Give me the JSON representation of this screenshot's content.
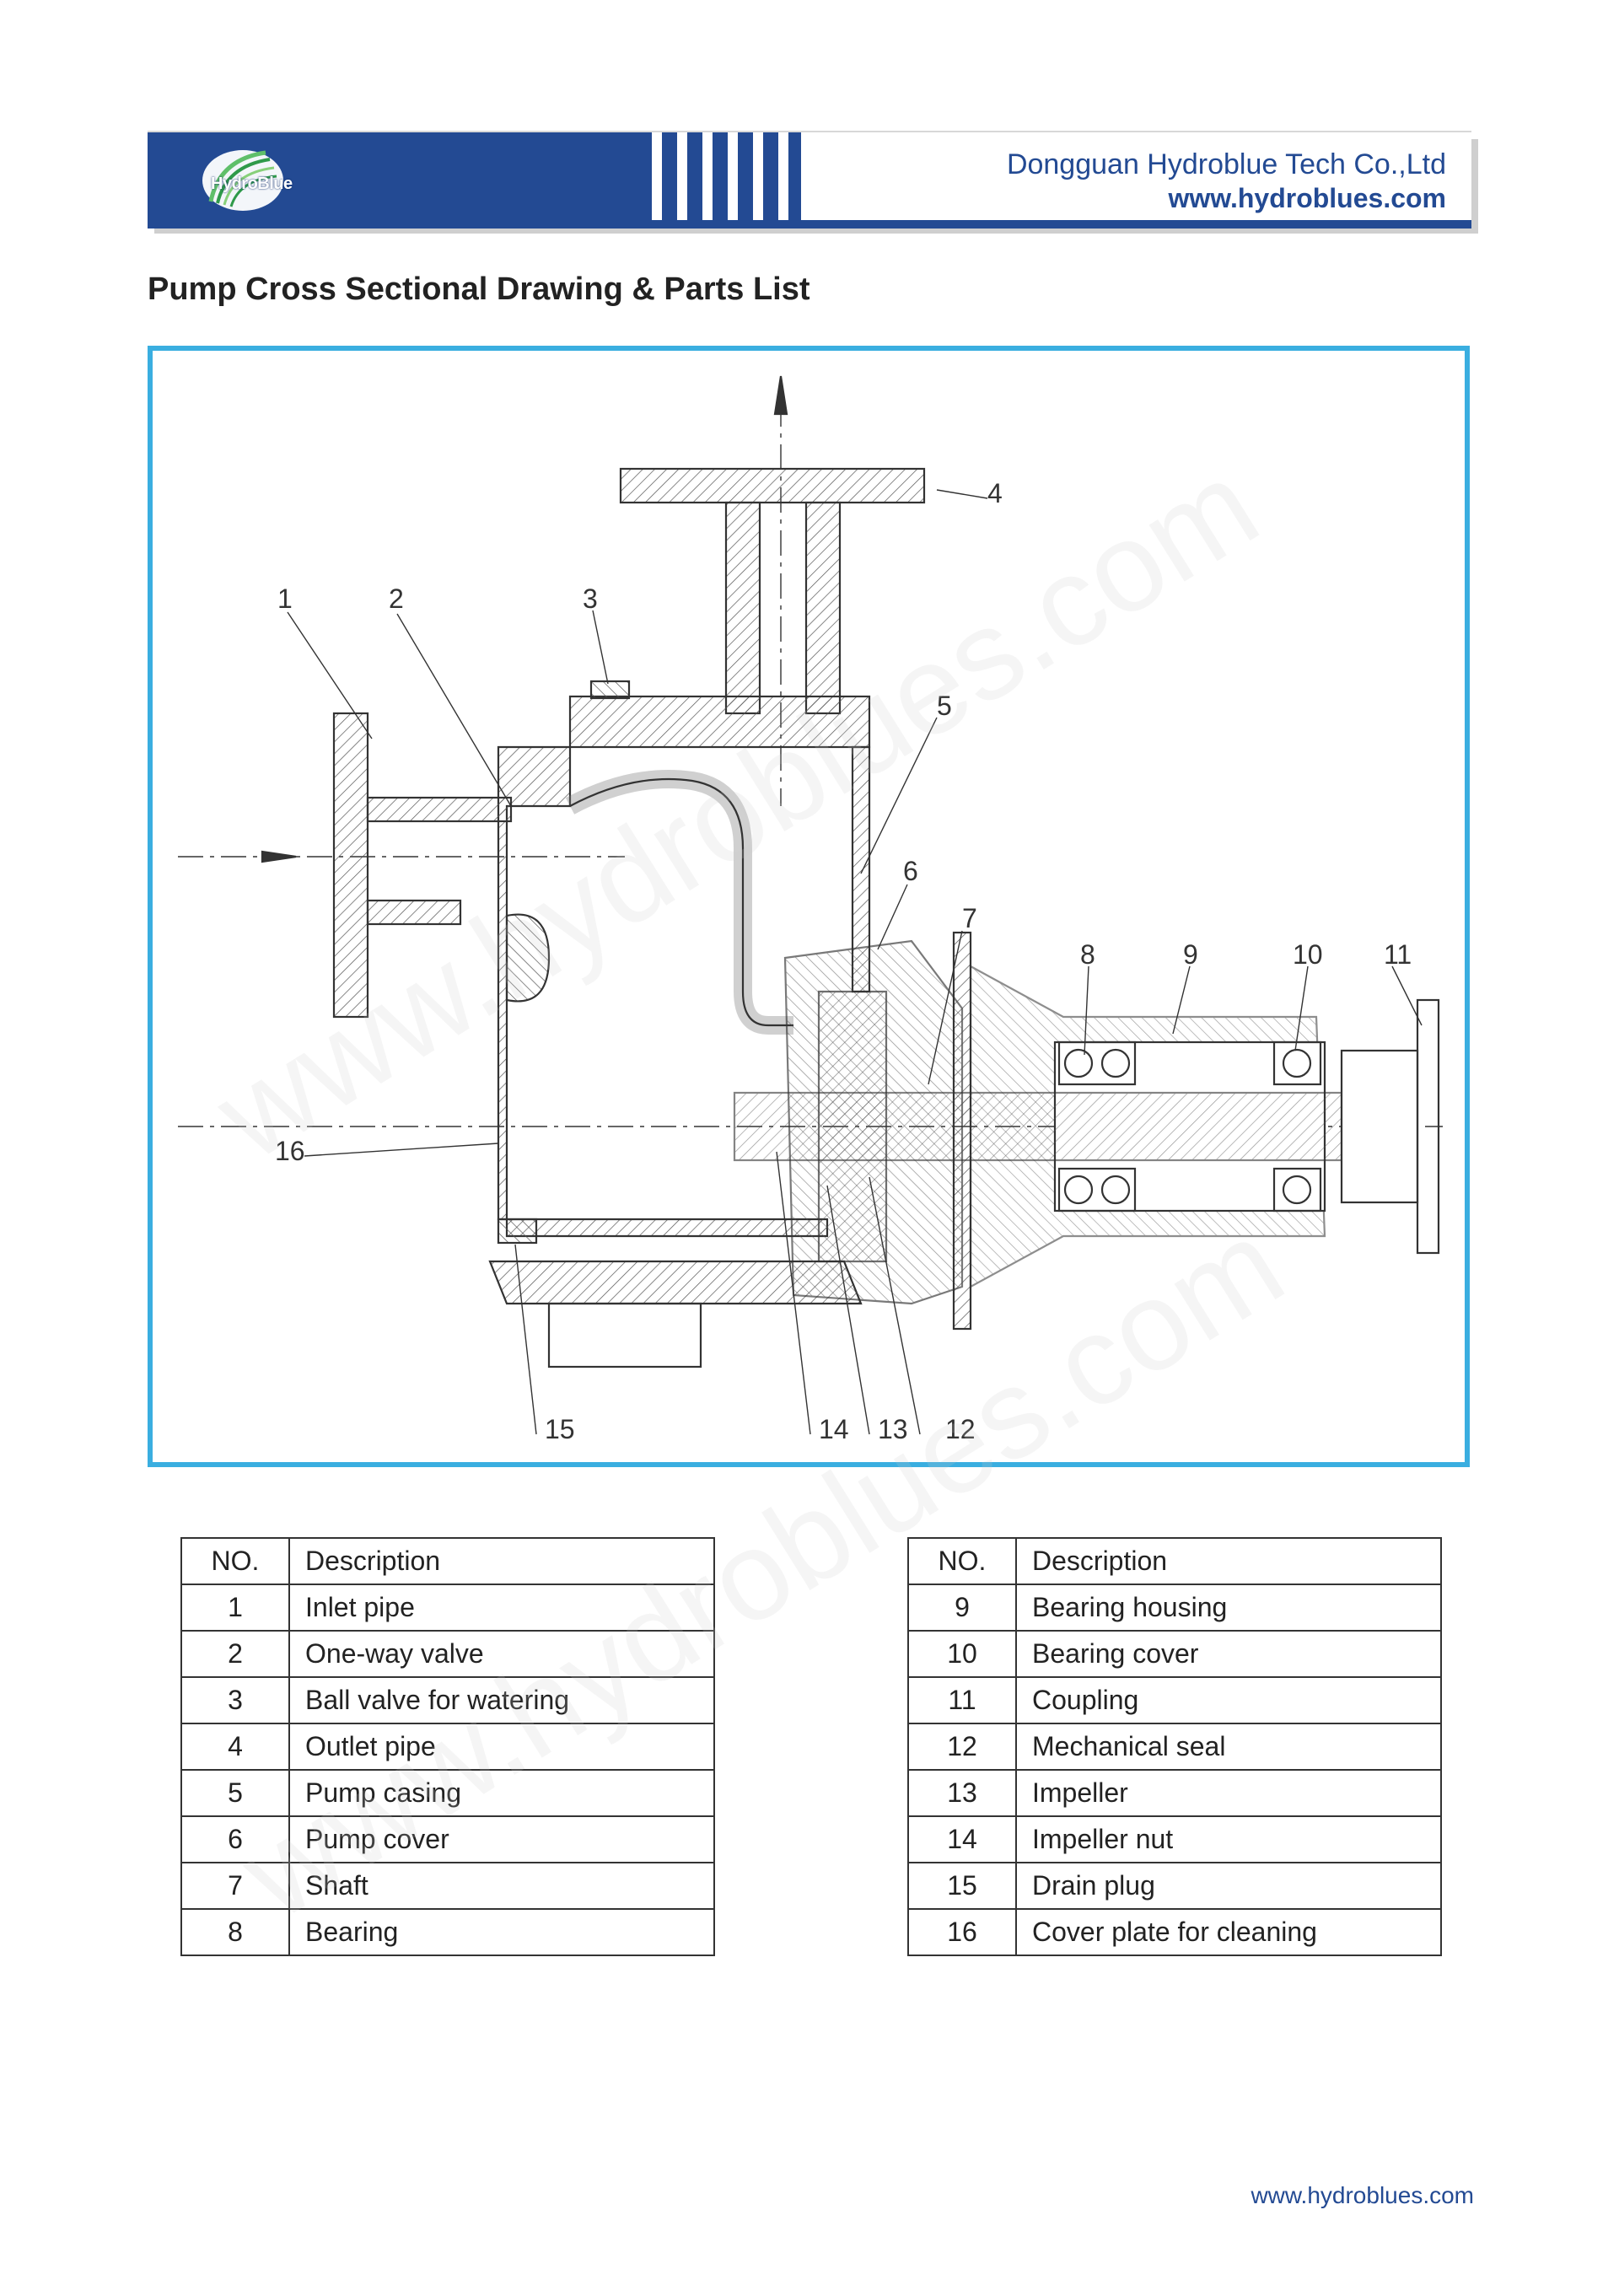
{
  "header": {
    "logo_text": "HydroBlue",
    "company": "Dongguan Hydroblue Tech Co.,Ltd",
    "website": "www.hydroblues.com"
  },
  "page_title": "Pump Cross Sectional Drawing & Parts List",
  "drawing": {
    "callouts": [
      "1",
      "2",
      "3",
      "4",
      "5",
      "6",
      "7",
      "8",
      "9",
      "10",
      "11",
      "12",
      "13",
      "14",
      "15",
      "16"
    ],
    "watermark": "www.hydroblues.com"
  },
  "parts_table_left": {
    "headers": [
      "NO.",
      "Description"
    ],
    "rows": [
      {
        "no": "1",
        "desc": "Inlet pipe"
      },
      {
        "no": "2",
        "desc": "One-way valve"
      },
      {
        "no": "3",
        "desc": "Ball valve for watering"
      },
      {
        "no": "4",
        "desc": "Outlet pipe"
      },
      {
        "no": "5",
        "desc": "Pump casing"
      },
      {
        "no": "6",
        "desc": "Pump cover"
      },
      {
        "no": "7",
        "desc": "Shaft"
      },
      {
        "no": "8",
        "desc": "Bearing"
      }
    ]
  },
  "parts_table_right": {
    "headers": [
      "NO.",
      "Description"
    ],
    "rows": [
      {
        "no": "9",
        "desc": "Bearing housing"
      },
      {
        "no": "10",
        "desc": "Bearing cover"
      },
      {
        "no": "11",
        "desc": "Coupling"
      },
      {
        "no": "12",
        "desc": "Mechanical seal"
      },
      {
        "no": "13",
        "desc": "Impeller"
      },
      {
        "no": "14",
        "desc": "Impeller nut"
      },
      {
        "no": "15",
        "desc": "Drain plug"
      },
      {
        "no": "16",
        "desc": "Cover plate for cleaning"
      }
    ]
  },
  "footer": {
    "website": "www.hydroblues.com"
  }
}
